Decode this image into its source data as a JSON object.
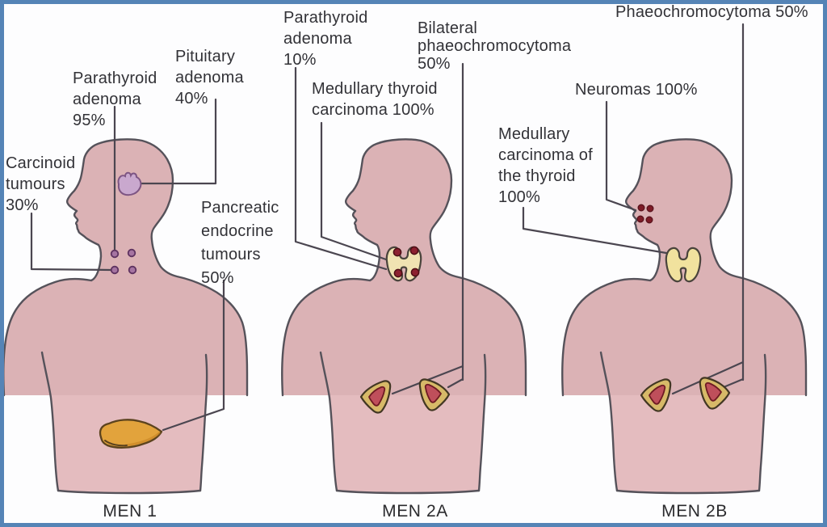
{
  "figures": [
    {
      "caption": "MEN 1",
      "labels": {
        "parathyroid": "Parathyroid\nadenoma\n95%",
        "pituitary": "Pituitary\nadenoma\n40%",
        "carcinoid": "Carcinoid\ntumours\n30%",
        "pancreatic": "Pancreatic\nendocrine\ntumours\n50%"
      }
    },
    {
      "caption": "MEN 2A",
      "labels": {
        "parathyroid": "Parathyroid\nadenoma\n10%",
        "medullary_thyroid": "Medullary thyroid\ncarcinoma 100%",
        "bilateral_phaeo": "Bilateral\nphaeochromocytoma\n50%"
      }
    },
    {
      "caption": "MEN 2B",
      "labels": {
        "phaeochromocytoma": "Phaeochromocytoma 50%",
        "neuromas": "Neuromas 100%",
        "medullary_thyroid": "Medullary\ncarcinoma of\nthe thyroid\n100%"
      }
    }
  ],
  "colors": {
    "frame_border": "#5584b6",
    "skin": "#e4bcbf",
    "outline": "#55525a",
    "callout_line": "#4b4650",
    "text": "#323237",
    "pituitary": "#c9a8ce",
    "parathyroid_dot": "#a674a1",
    "pancreas": "#e2a33c",
    "thyroid_men2a": "#f0e3b2",
    "thyroid_men2b": "#f1e29e",
    "thyroid_nodule": "#8c2130",
    "adrenal_cortex": "#d7b968",
    "adrenal_medulla": "#bf4f5b",
    "neuroma_dot": "#7d1b26"
  }
}
